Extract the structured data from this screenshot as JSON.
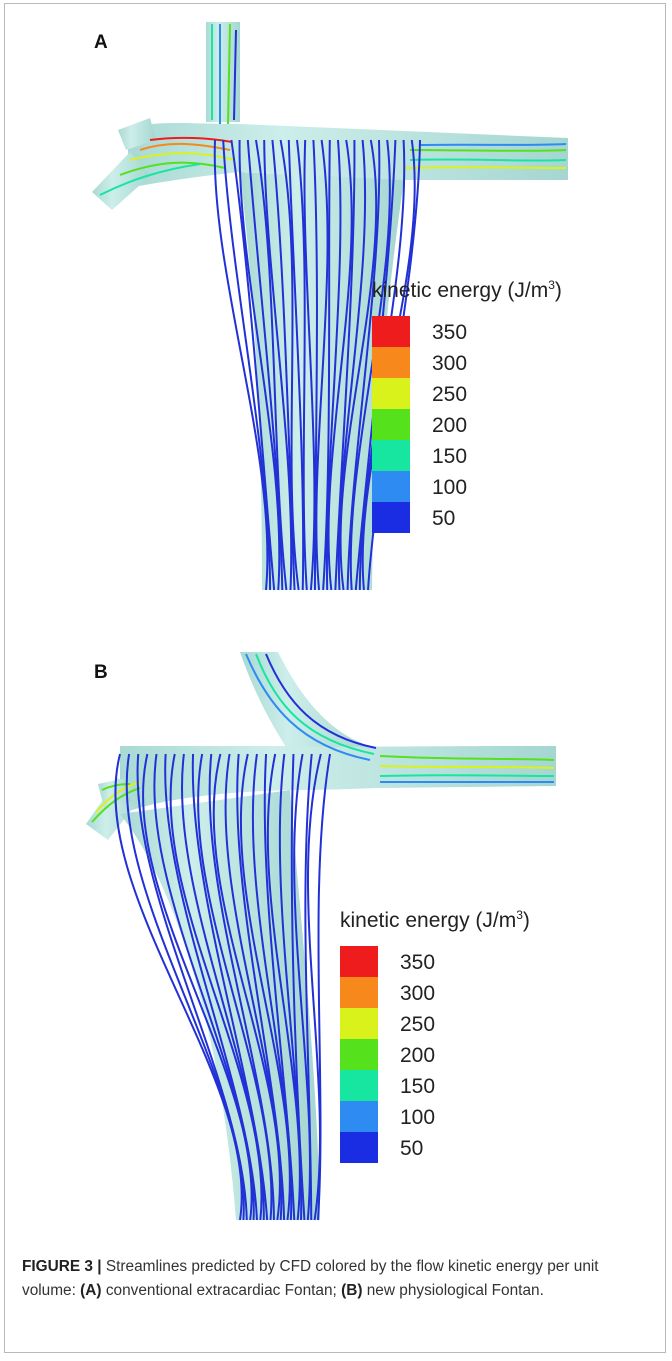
{
  "panels": [
    {
      "letter": "A",
      "legend": {
        "title": "kinetic energy (J/m",
        "title_sup": "3",
        "title_close": ")",
        "entries": [
          {
            "label": "350",
            "color": "#ee1c1c"
          },
          {
            "label": "300",
            "color": "#f7891c"
          },
          {
            "label": "250",
            "color": "#d9f21c"
          },
          {
            "label": "200",
            "color": "#55e11c"
          },
          {
            "label": "150",
            "color": "#17e6a0"
          },
          {
            "label": "100",
            "color": "#2d8bf2"
          },
          {
            "label": "50",
            "color": "#1a2de3"
          }
        ]
      }
    },
    {
      "letter": "B",
      "legend": {
        "title": "kinetic energy (J/m",
        "title_sup": "3",
        "title_close": ")",
        "entries": [
          {
            "label": "350",
            "color": "#ee1c1c"
          },
          {
            "label": "300",
            "color": "#f7891c"
          },
          {
            "label": "250",
            "color": "#d9f21c"
          },
          {
            "label": "200",
            "color": "#55e11c"
          },
          {
            "label": "150",
            "color": "#17e6a0"
          },
          {
            "label": "100",
            "color": "#2d8bf2"
          },
          {
            "label": "50",
            "color": "#1a2de3"
          }
        ]
      }
    }
  ],
  "caption": {
    "figure_label": "FIGURE 3 |",
    "text_1": " Streamlines predicted by CFD colored by the flow kinetic energy per unit volume: ",
    "label_a": "(A)",
    "text_2": " conventional extracardiac Fontan; ",
    "label_b": "(B)",
    "text_3": " new physiological Fontan."
  },
  "colors": {
    "vessel_fill": "#bfe7e2",
    "vessel_edge": "#9fcfca",
    "streamline": "#2231d6"
  }
}
